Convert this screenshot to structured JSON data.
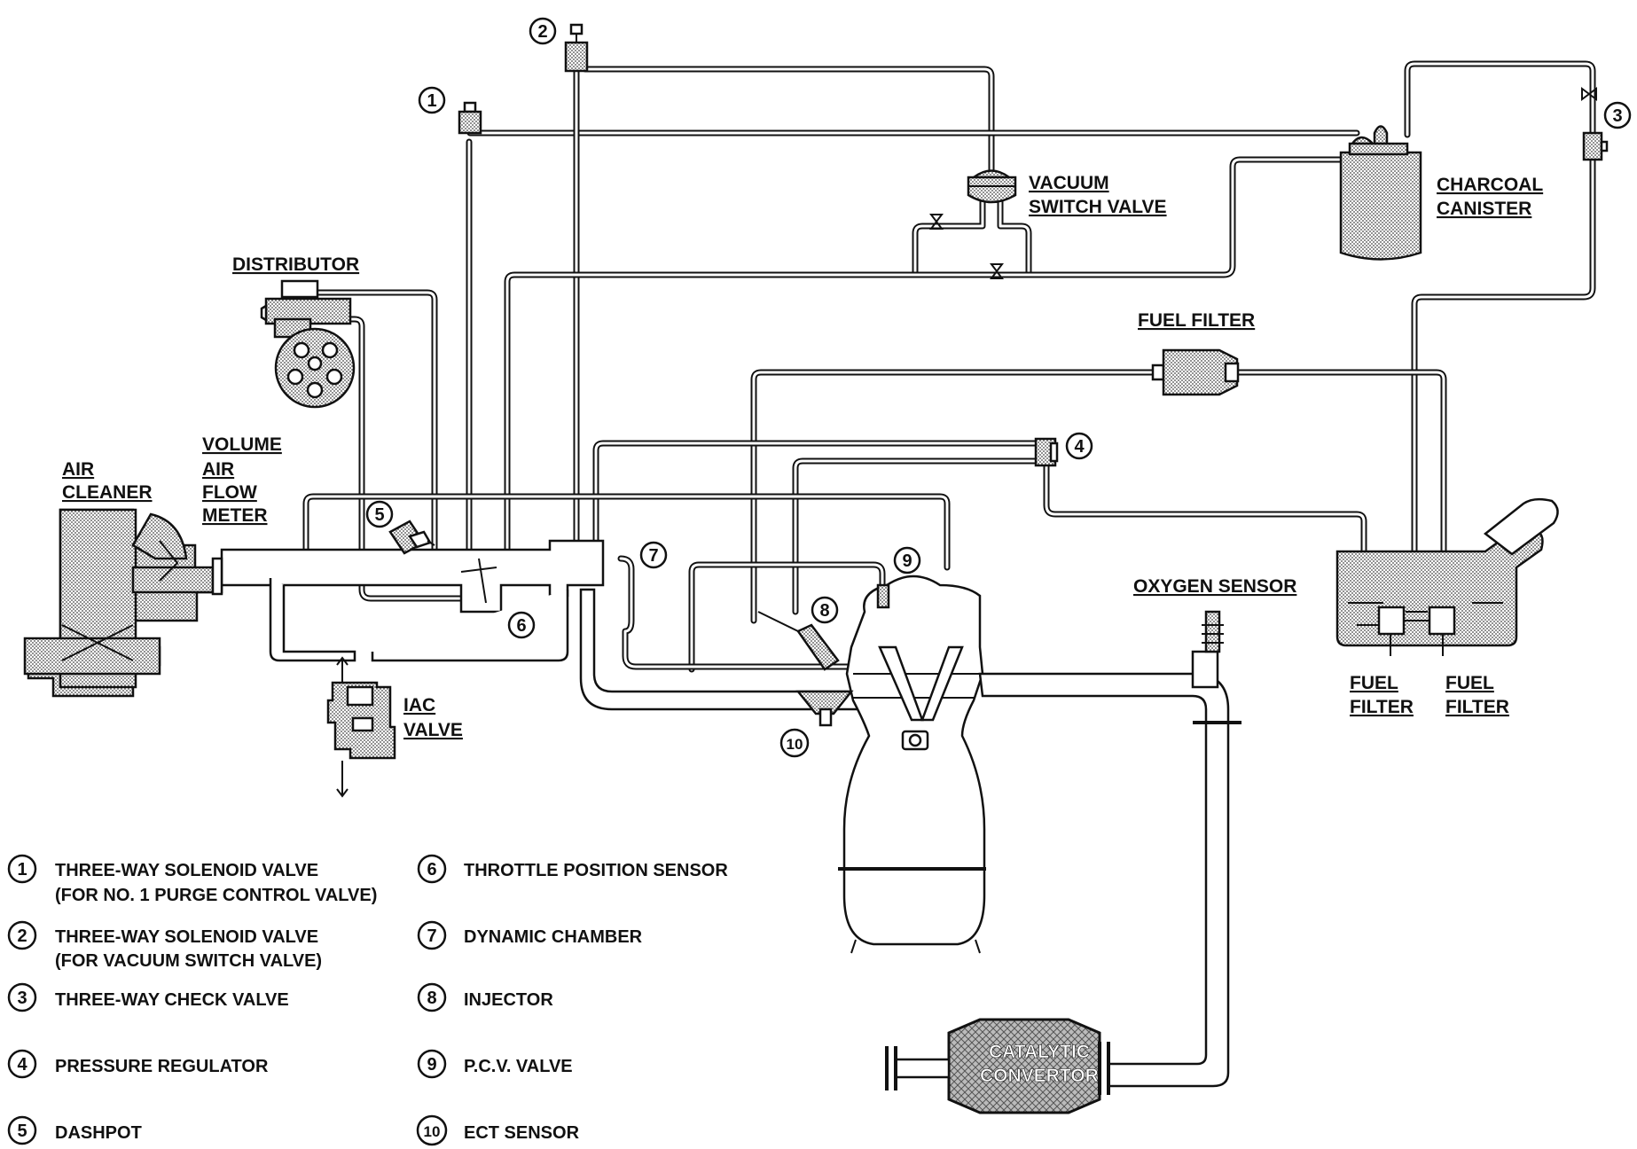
{
  "labels": {
    "distributor": "DISTRIBUTOR",
    "air_cleaner": [
      "AIR",
      "CLEANER"
    ],
    "volume_air_flow_meter": [
      "VOLUME",
      "AIR",
      "FLOW",
      "METER"
    ],
    "vacuum_switch_valve": [
      "VACUUM",
      "SWITCH VALVE"
    ],
    "charcoal_canister": [
      "CHARCOAL",
      "CANISTER"
    ],
    "fuel_filter_top": "FUEL FILTER",
    "oxygen_sensor": "OXYGEN SENSOR",
    "iac_valve": [
      "IAC",
      "VALVE"
    ],
    "fuel_filter_tank_left": [
      "FUEL",
      "FILTER"
    ],
    "fuel_filter_tank_right": [
      "FUEL",
      "FILTER"
    ],
    "catalytic_convertor": [
      "CATALYTIC",
      "CONVERTOR"
    ]
  },
  "callouts": [
    "1",
    "2",
    "3",
    "4",
    "5",
    "6",
    "7",
    "8",
    "9",
    "10"
  ],
  "legend": [
    {
      "num": "1",
      "lines": [
        "THREE-WAY SOLENOID VALVE",
        "(FOR NO. 1 PURGE CONTROL VALVE)"
      ]
    },
    {
      "num": "2",
      "lines": [
        "THREE-WAY SOLENOID VALVE",
        "(FOR VACUUM SWITCH VALVE)"
      ]
    },
    {
      "num": "3",
      "lines": [
        "THREE-WAY CHECK VALVE"
      ]
    },
    {
      "num": "4",
      "lines": [
        "PRESSURE REGULATOR"
      ]
    },
    {
      "num": "5",
      "lines": [
        "DASHPOT"
      ]
    },
    {
      "num": "6",
      "lines": [
        "THROTTLE POSITION SENSOR"
      ]
    },
    {
      "num": "7",
      "lines": [
        "DYNAMIC CHAMBER"
      ]
    },
    {
      "num": "8",
      "lines": [
        "INJECTOR"
      ]
    },
    {
      "num": "9",
      "lines": [
        "P.C.V. VALVE"
      ]
    },
    {
      "num": "10",
      "lines": [
        "ECT SENSOR"
      ]
    }
  ]
}
